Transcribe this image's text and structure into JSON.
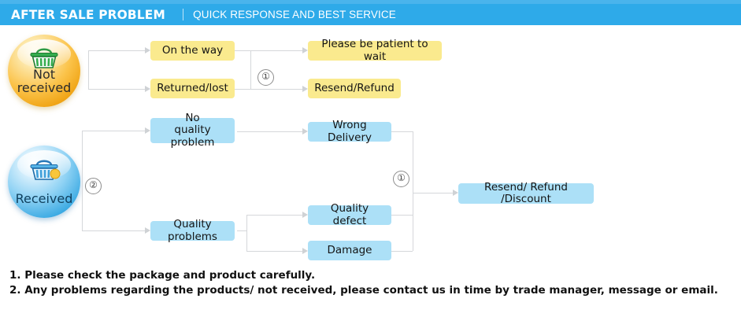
{
  "header": {
    "title": "AFTER SALE PROBLEM",
    "subtitle": "QUICK RESPONSE AND BEST SERVICE",
    "bar_color": "#2eaae9"
  },
  "colors": {
    "yellow_box": "#faea8e",
    "blue_box": "#ace0f7",
    "connector": "#d5d7da",
    "header_blue": "#2eaae9"
  },
  "flow": {
    "branches": [
      {
        "badge": {
          "name": "not-received",
          "label": "Not\nreceived",
          "icon": "shopping-basket-icon",
          "style": "orange"
        },
        "stage1": [
          {
            "label": "On the way"
          },
          {
            "label": "Returned/lost"
          }
        ],
        "connector_number": "①",
        "stage2": [
          {
            "label": "Please be patient to wait"
          },
          {
            "label": "Resend/Refund"
          }
        ]
      },
      {
        "badge": {
          "name": "received",
          "label": "Received",
          "icon": "shopping-basket-icon",
          "style": "blue"
        },
        "branch_number": "②",
        "stage1": [
          {
            "label": "No\nquality problem"
          },
          {
            "label": "Quality problems"
          }
        ],
        "stage2": [
          {
            "label": "Wrong Delivery"
          },
          {
            "label": "Quality defect"
          },
          {
            "label": "Damage"
          }
        ],
        "connector_number": "①",
        "outcome": {
          "label": "Resend/ Refund /Discount"
        }
      }
    ]
  },
  "notes": [
    "1. Please check the package and product carefully.",
    "2. Any problems regarding the products/ not received, please contact us in time by trade manager, message or email."
  ]
}
